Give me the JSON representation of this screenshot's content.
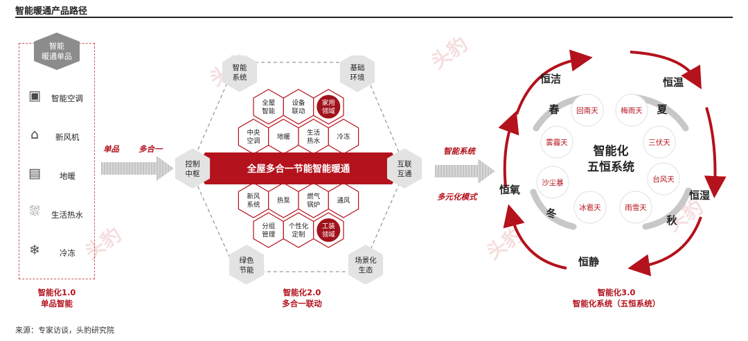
{
  "page_title": "智能暖通产品路径",
  "source": "来源：专家访谈，头豹研究院",
  "watermark": "头豹",
  "stage1": {
    "header_lines": [
      "智能",
      "暖通单品"
    ],
    "items": [
      {
        "label": "智能空调",
        "icon": "speaker-icon",
        "glyph": "▣"
      },
      {
        "label": "新风机",
        "icon": "house-icon",
        "glyph": "⌂"
      },
      {
        "label": "地暖",
        "icon": "floor-heating-icon",
        "glyph": "▤"
      },
      {
        "label": "生活热水",
        "icon": "shower-icon",
        "glyph": "⛆"
      },
      {
        "label": "冷冻",
        "icon": "snowflake-icon",
        "glyph": "❄"
      }
    ],
    "caption_lines": [
      "智能化1.0",
      "单品智能"
    ]
  },
  "arrow1": {
    "top_labels": [
      "单品",
      "多合一"
    ]
  },
  "stage2": {
    "corners": {
      "top_left": [
        "智能",
        "系统"
      ],
      "top_right": [
        "基础",
        "环境"
      ],
      "left": [
        "控制",
        "中枢"
      ],
      "right": [
        "互联",
        "互通"
      ],
      "bottom_left": [
        "绿色",
        "节能"
      ],
      "bottom_right": [
        "场景化",
        "生态"
      ]
    },
    "center_label": "全屋多合一节能智能暖通",
    "cells": [
      {
        "lines": [
          "全屋",
          "智能"
        ],
        "dark": false
      },
      {
        "lines": [
          "设备",
          "联动"
        ],
        "dark": false
      },
      {
        "lines": [
          "家用",
          "领域"
        ],
        "dark": true
      },
      {
        "lines": [
          "中央",
          "空调"
        ],
        "dark": false
      },
      {
        "lines": [
          "地暖"
        ],
        "dark": false
      },
      {
        "lines": [
          "生活",
          "热水"
        ],
        "dark": false
      },
      {
        "lines": [
          "冷冻"
        ],
        "dark": false
      },
      {
        "lines": [
          "新风",
          "系统"
        ],
        "dark": false
      },
      {
        "lines": [
          "热泵"
        ],
        "dark": false
      },
      {
        "lines": [
          "燃气",
          "锅炉"
        ],
        "dark": false
      },
      {
        "lines": [
          "通风"
        ],
        "dark": false
      },
      {
        "lines": [
          "分组",
          "管理"
        ],
        "dark": false
      },
      {
        "lines": [
          "个性化",
          "定制"
        ],
        "dark": false
      },
      {
        "lines": [
          "工装",
          "领域"
        ],
        "dark": true
      }
    ],
    "caption_lines": [
      "智能化2.0",
      "多合一联动"
    ]
  },
  "arrow2": {
    "top_label": "智能系统",
    "bottom_label": "多元化模式"
  },
  "stage3": {
    "center_lines": [
      "智能化",
      "五恒系统"
    ],
    "constants": [
      "恒洁",
      "恒温",
      "恒湿",
      "恒静",
      "恒氧"
    ],
    "seasons": [
      "春",
      "夏",
      "秋",
      "冬"
    ],
    "weathers": [
      "回南天",
      "梅雨天",
      "三伏天",
      "台风天",
      "雨雪天",
      "冰雹天",
      "沙尘暴",
      "雾霾天"
    ],
    "caption_lines": [
      "智能化3.0",
      "智能化系统（五恒系统）"
    ]
  },
  "colors": {
    "accent": "#b4121c",
    "hex_gray": "#d9d9d9",
    "corner_gray": "#e3e3e3",
    "arrow_gray": "#bdbdbd"
  }
}
